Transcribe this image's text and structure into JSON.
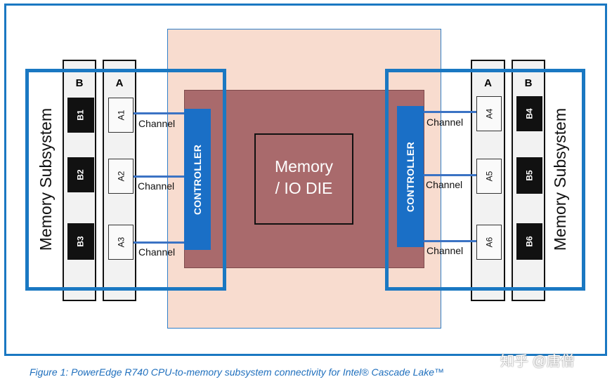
{
  "diagram": {
    "io_die": {
      "line1": "Memory",
      "line2": "/ IO DIE"
    },
    "left": {
      "subsystem_label": "Memory Subsystem",
      "col_b_label": "B",
      "col_a_label": "A",
      "b_dimms": [
        "B1",
        "B2",
        "B3"
      ],
      "a_dimms": [
        "A1",
        "A2",
        "A3"
      ],
      "controller_label": "CONTROLLER",
      "channels": [
        "Channel",
        "Channel",
        "Channel"
      ]
    },
    "right": {
      "subsystem_label": "Memory Subsystem",
      "col_a_label": "A",
      "col_b_label": "B",
      "a_dimms": [
        "A4",
        "A5",
        "A6"
      ],
      "b_dimms": [
        "B4",
        "B5",
        "B6"
      ],
      "controller_label": "CONTROLLER",
      "channels": [
        "Channel",
        "Channel",
        "Channel"
      ]
    },
    "colors": {
      "frame_blue": "#1a78c2",
      "die_fill": "#a96a6c",
      "package_fill": "#f8dccf",
      "controller_blue": "#1a6fc6"
    }
  },
  "caption": "Figure 1: PowerEdge R740 CPU-to-memory subsystem connectivity for Intel® Cascade Lake™",
  "watermark": "知乎 @唐僧"
}
